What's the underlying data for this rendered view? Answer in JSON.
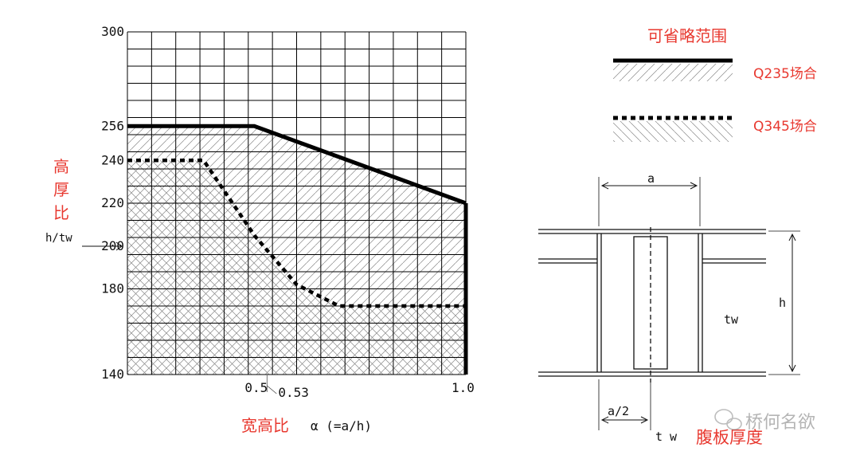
{
  "chart_data": {
    "type": "line",
    "xlim": [
      0.2,
      1.0
    ],
    "ylim": [
      140,
      300
    ],
    "y_ticks": [
      "300",
      "256",
      "240",
      "220",
      "200",
      "180",
      "140"
    ],
    "x_ticks": [
      "0.5",
      "0.53",
      "1.0"
    ],
    "ylabel_cn": "高厚比",
    "ylabel_expr": "h/tw",
    "xlabel_cn": "宽高比",
    "xlabel_expr": "α (=a/h)",
    "grid": true,
    "series": [
      {
        "name": "Q235场合",
        "style": "solid",
        "x": [
          0.2,
          0.5,
          1.0
        ],
        "y": [
          256,
          256,
          220
        ]
      },
      {
        "name": "Q345场合",
        "style": "dotted",
        "x": [
          0.2,
          0.38,
          0.5,
          0.6,
          0.7,
          0.8,
          1.0
        ],
        "y": [
          240,
          240,
          205,
          182,
          172,
          172,
          172
        ]
      }
    ]
  },
  "legend": {
    "title": "可省略范围",
    "q235": "Q235场合",
    "q345": "Q345场合"
  },
  "diagram": {
    "label_a": "a",
    "label_h": "h",
    "label_tw": "tw",
    "label_a_half": "a/2",
    "label_tw_bottom": "t w",
    "caption": "腹板厚度"
  },
  "watermark": "桥何名欲"
}
